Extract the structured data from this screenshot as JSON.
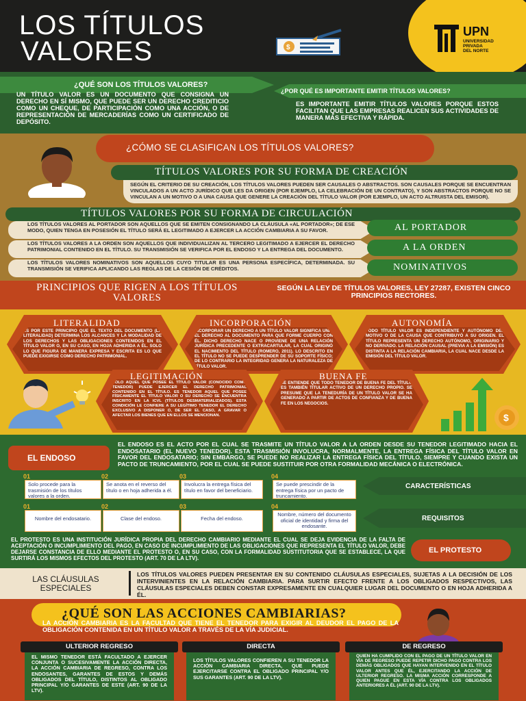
{
  "header": {
    "title_line1": "LOS TÍTULOS",
    "title_line2": "VALORES",
    "logo_text": "UPN",
    "logo_sub1": "UNIVERSIDAD",
    "logo_sub2": "PRIVADA",
    "logo_sub3": "DEL NORTE"
  },
  "intro": {
    "q1": "¿QUÉ SON LOS TÍTULOS VALORES?",
    "a1": "UN TÍTULO VALOR ES UN DOCUMENTO QUE CONSIGNA UN DERECHO EN SÍ MISMO, QUE PUEDE SER UN DERECHO CREDITICIO COMO UN CHEQUE, DE PARTICIPACIÓN COMO UNA ACCIÓN, O DE REPRESENTACIÓN DE MERCADERÍAS COMO UN CERTIFICADO DE DEPÓSITO.",
    "q2": "¿POR QUÉ ES IMPORTANTE EMITIR TÍTULOS VALORES?",
    "a2": "ES IMPORTANTE EMITIR TÍTULOS VALORES PORQUE ESTOS FACILITAN QUE LAS EMPRESAS REALICEN SUS ACTIVIDADES DE MANERA MÁS EFECTIVA Y RÁPIDA."
  },
  "clasificacion": {
    "question": "¿CÓMO SE CLASIFICAN LOS TÍTULOS VALORES?",
    "creacion_title": "TÍTULOS VALORES POR SU FORMA DE CREACIÓN",
    "creacion_text": "SEGÚN EL CRITERIO DE SU CREACIÓN, LOS TÍTULOS VALORES PUEDEN SER CAUSALES O ABSTRACTOS. SON CAUSALES PORQUE SE ENCUENTRAN VINCULADOS A UN ACTO JURÍDICO QUE LES DA ORIGEN (POR EJEMPLO, LA CELEBRACIÓN DE UN CONTRATO), Y SON ABSTRACTOS PORQUE NO SE VINCULAN A UN MOTIVO O A UNA CAUSA QUE GENERE LA CREACIÓN DEL TÍTULO VALOR (POR EJEMPLO, UN ACTO ALTRUISTA DEL EMISOR).",
    "circulacion_title": "TÍTULOS VALORES POR SU FORMA DE CIRCULACIÓN",
    "rows": [
      {
        "text": "LOS TÍTULOS VALORES AL PORTADOR SON AQUELLOS QUE SE EMITEN CONSIGNANDO LA CLÁUSULA «AL PORTADOR»; DE ESE MODO, QUIEN TENGA EN POSESIÓN EL TÍTULO SERÁ EL LEGITIMADO A EJERCER LA ACCIÓN CAMBIARIA A SU FAVOR.",
        "label": "AL PORTADOR"
      },
      {
        "text": "LOS TÍTULOS VALORES A LA ORDEN SON AQUELLOS QUE INDIVIDUALIZAN AL TERCERO LEGITIMADO A EJERCER EL DERECHO PATRIMONIAL CONTENIDO EN EL TÍTULO. SU TRANSMISIÓN SE VERIFICA POR EL ENDOSO Y LA ENTREGA DEL DOCUMENTO.",
        "label": "A LA ORDEN"
      },
      {
        "text": "LOS TÍTULOS VALORES NOMINATIVOS SON AQUELLOS CUYO TITULAR ES UNA PERSONA ESPECÍFICA, DETERMINADA. SU TRANSMISIÓN SE VERIFICA APLICANDO LAS REGLAS DE LA CESIÓN DE CRÉDITOS.",
        "label": "NOMINATIVOS"
      }
    ]
  },
  "principios": {
    "title": "PRINCIPIOS QUE RIGEN A LOS TÍTULOS VALORES",
    "intro": "SEGÚN LA LEY DE TÍTULOS VALORES, LEY 27287, EXISTEN CINCO PRINCIPIOS RECTORES.",
    "items": [
      {
        "name": "LITERALIDAD",
        "text": "ES POR ESTE PRINCIPIO QUE EL TEXTO DEL DOCUMENTO (LA LITERALIDAD) DETERMINA LOS ALCANCES Y LA MODALIDAD DE LOS DERECHOS Y LAS OBLIGACIONES CONTENIDOS EN EL TÍTULO VALOR O, EN SU CASO, EN HOJA ADHERIDA A ÉL. SOLO LO QUE FIGURA DE MANERA EXPRESA Y ESCRITA ES LO QUE PUEDE EXIGIRSE COMO DERECHO PATRIMONIAL."
      },
      {
        "name": "INCORPORACIÓN",
        "text": "INCORPORAR UN DERECHO A UN TÍTULO VALOR SIGNIFICA UNIR EL DERECHO AL DOCUMENTO PARA QUE FORME CUERPO CON ÉL. DICHO DERECHO NACE O PROVIENE DE UNA RELACIÓN JURÍDICA PRECEDENTE O EXTRACARTULAR, LA CUAL ORIGINÓ EL NACIMIENTO DEL TÍTULO (ROMERO, 2011). LO DESCRITO EN EL TÍTULO NO SE PUEDE DESPRENDER DE SU SOPORTE FÍSICO; DE LO CONTRARIO LA INTEGRIDAD GENERA LA NATURALEZA DE TÍTULO VALOR."
      },
      {
        "name": "AUTONOMÍA",
        "text": "TODO TÍTULO VALOR ES INDEPENDIENTE Y AUTÓNOMO DEL MOTIVO O DE LA CAUSA QUE CONTRIBUYÓ A SU ORIGEN. EL TÍTULO REPRESENTA UN DERECHO AUTÓNOMO, ORIGINARIO Y NO DERIVADO. LA RELACIÓN CAUSAL (PREVIA A LA EMISIÓN) ES DISTINTA A LA RELACIÓN CAMBIARIA, LA CUAL NACE DESDE LA EMISIÓN DEL TÍTULO VALOR."
      },
      {
        "name": "LEGITIMACIÓN",
        "text": "SOLO AQUEL QUE POSEE EL TÍTULO VALOR (CONOCIDO COMO TENEDOR) PUEDE EJERCER EL DERECHO PATRIMONIAL CONTENIDO EN EL TÍTULO. ES TENEDOR AQUEL QUE POSEE FÍSICAMENTE EL TÍTULO VALOR O SU DERECHO SE ENCUENTRA INSCRITO EN LA ICVL (TÍTULOS DESMATERIALIZADOS). ESTA CONDICIÓN LE CONFIERE A SU LEGÍTIMO TENEDOR EL DERECHO EXCLUSIVO A DISPONER O, DE SER EL CASO, A GRAVAR O AFECTAR LOS BIENES QUE EN ELLOS SE MENCIONAN."
      },
      {
        "name": "BUENA FE",
        "text": "SE ENTIENDE QUE TODO TENEDOR DE BUENA FE DEL TÍTULO ES TAMBIÉN TITULAR ACTIVO DE UN DERECHO PROPIO. SE PRESUME QUE LA TENEDURÍA DE UN TÍTULO VALOR SE HA GENERADO A PARTIR DE ACTOS DE CONFIANZA Y DE BUENA FE EN LOS NEGOCIOS."
      }
    ]
  },
  "endoso": {
    "label": "EL ENDOSO",
    "text": "EL ENDOSO ES EL ACTO POR EL CUAL SE TRASMITE UN TÍTULO VALOR A LA ORDEN DESDE SU TENEDOR LEGITIMADO HACIA EL ENDOSATARIO (EL NUEVO TENEDOR). ESTA TRASMISIÓN INVOLUCRA, NORMALMENTE, LA ENTREGA FÍSICA DEL TÍTULO VALOR EN FAVOR DEL ENDOSATARIO; SIN EMBARGO, SE PUEDE NO REALIZAR LA ENTREGA FÍSICA DEL TÍTULO, SIEMPRE Y CUANDO EXISTA UN PACTO DE TRUNCAMIENTO, POR EL CUAL SE PUEDE SUSTITUIR POR OTRA FORMALIDAD MECÁNICA O ELECTRÓNICA.",
    "caracteristicas_label": "CARACTERÍSTICAS",
    "caracteristicas": [
      {
        "n": "01",
        "text": "Solo procede para la trasmisión de los títulos valores a la orden."
      },
      {
        "n": "02",
        "text": "Se anota en el reverso del título o en hoja adherida a él."
      },
      {
        "n": "03",
        "text": "Involucra la entrega física del título en favor del beneficiario."
      },
      {
        "n": "04",
        "text": "Se puede prescindir de la entrega física por un pacto de truncamiento."
      }
    ],
    "requisitos_label": "REQUISITOS",
    "requisitos": [
      {
        "n": "01",
        "text": "Nombre del endosatario."
      },
      {
        "n": "02",
        "text": "Clase del endoso."
      },
      {
        "n": "03",
        "text": "Fecha del endoso."
      },
      {
        "n": "04",
        "text": "Nombre, número del documento oficial de identidad y firma del endosante."
      }
    ]
  },
  "protesto": {
    "label": "EL PROTESTO",
    "text": "EL PROTESTO ES UNA INSTITUCIÓN JURÍDICA PROPIA DEL DERECHO CAMBIARIO MEDIANTE EL CUAL SE DEJA EVIDENCIA DE LA FALTA DE ACEPTACIÓN O INCUMPLIMIENTO DEL PAGO, EN CASO DE INCUMPLIMIENTO DE LAS OBLIGACIONES QUE REPRESENTA EL TÍTULO VALOR, DEBE DEJARSE CONSTANCIA DE ELLO MEDIANTE EL PROTESTO O, EN SU CASO, CON LA FORMALIDAD SUSTITUTORIA QUE SE ESTABLECE, LA QUE SURTIRÁ LOS MISMOS EFECTOS DEL PROTESTO (ART. 70 DE LA LTV)."
  },
  "clausulas": {
    "label_line1": "LAS CLÁUSULAS",
    "label_line2": "ESPECIALES",
    "text": "LOS TÍTULOS VALORES PUEDEN PRESENTAR EN SU CONTENIDO CLÁUSULAS ESPECIALES, SUJETAS A LA DECISIÓN DE LOS INTERVINIENTES EN LA RELACIÓN CAMBIARIA. PARA SURTIR EFECTO FRENTE A LOS OBLIGADOS RESPECTIVOS, LAS CLÁUSULAS ESPECIALES DEBEN CONSTAR EXPRESAMENTE EN CUALQUIER LUGAR DEL DOCUMENTO O EN HOJA ADHERIDA A ÉL."
  },
  "acciones": {
    "title": "¿QUÉ SON LAS ACCIONES CAMBIARIAS?",
    "text": "LA ACCIÓN CAMBIARIA ES LA FACULTAD QUE TIENE EL TENEDOR PARA EXIGIR AL DEUDOR EL PAGO DE LA OBLIGACIÓN CONTENIDA EN UN TÍTULO VALOR A TRAVÉS DE LA VÍA JUDICIAL.",
    "cols": [
      {
        "name": "ULTERIOR REGRESO",
        "text": "EL MISMO TENEDOR ESTÁ FACULTADO A EJERCER CONJUNTA O SUCESIVAMENTE LA ACCIÓN DIRECTA, LA ACCIÓN CAMBIARIA DE REGRESO, CONTRA LOS ENDOSANTES, GARANTES DE ESTOS Y DEMÁS OBLIGADOS DEL TÍTULO, DISTINTOS AL OBLIGADO PRINCIPAL Y/O GARANTES DE ESTE (ART. 90 DE LA LTV)."
      },
      {
        "name": "DIRECTA",
        "text": "LOS TÍTULOS VALORES CONFIEREN A SU TENEDOR LA ACCIÓN CAMBIARIA DIRECTA, QUE PUEDE EJERCITARSE CONTRA EL OBLIGADO PRINCIPAL Y/O SUS GARANTES (ART. 90 DE LA LTV)."
      },
      {
        "name": "DE REGRESO",
        "text": "QUIEN HA CUMPLIDO CON EL PAGO DE UN TÍTULO VALOR EN VÍA DE REGRESO PUEDE REPETIR DICHO PAGO CONTRA LOS DEMÁS OBLIGADOS QUE HAYAN INTERVENIDO EN EL TÍTULO VALOR ANTES QUE ÉL, EJERCITANDO LA ACCIÓN DE ULTERIOR REGRESO. LA MISMA ACCIÓN CORRESPONDE A QUIEN PAGUE EN ESTA VÍA CONTRA LOS OBLIGADOS ANTERIORES A ÉL (ART. 90 DE LA LTV)."
      }
    ]
  },
  "colors": {
    "green": "#2d6a2f",
    "orange": "#c0451d",
    "yellow": "#e7b822",
    "tan": "#a57b32"
  }
}
